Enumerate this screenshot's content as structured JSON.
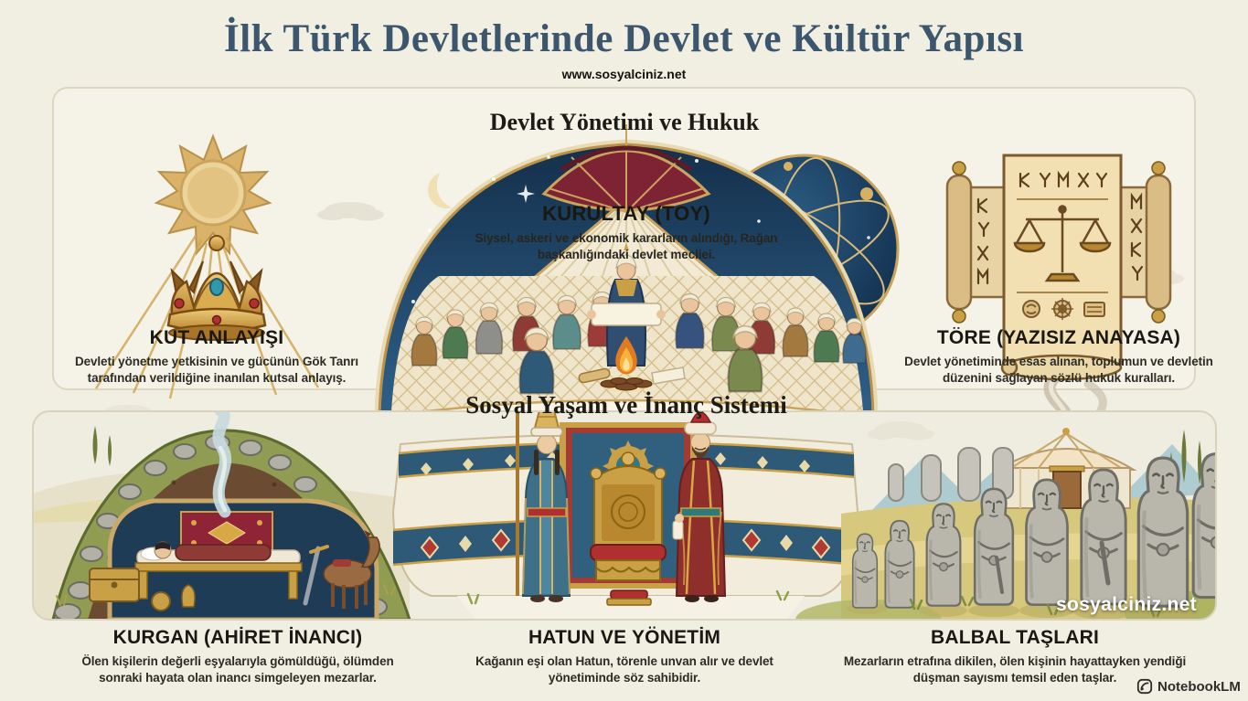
{
  "meta": {
    "title": "İlk Türk Devletlerinde Devlet ve Kültür Yapısı",
    "website": "www.sosyalciniz.net",
    "watermark": "sosyalciniz.net",
    "brand": "NotebookLM"
  },
  "sections": {
    "top": {
      "header": "Devlet Yönetimi ve Hukuk",
      "items": [
        {
          "id": "kut",
          "title": "KUT ANLAYIŞI",
          "desc": "Devleti yönetme yetkisinin ve gücünün Gök Tanrı tarafından verildiğine inanılan kutsal anlayış."
        },
        {
          "id": "kurultay",
          "title": "KURULTAY (TOY)",
          "desc": "Siysel, askeri ve ekonomik kararların alındığı, Rağan başkanlığındaki devlet mecliei."
        },
        {
          "id": "tore",
          "title": "TÖRE (YAZISIZ ANAYASA)",
          "desc": "Devlet yönetiminde esas alınan, toplumun ve devletin düzenini sağlayan sözlü hukuk kuralları."
        }
      ]
    },
    "bottom": {
      "header": "Sosyal Yaşam ve İnanç Sistemi",
      "items": [
        {
          "id": "kurgan",
          "title": "KURGAN (AHİRET İNANCI)",
          "desc": "Ölen kişilerin değerli eşyalarıyla gömüldüğü, ölümden sonraki hayata olan inancı simgeleyen mezarlar."
        },
        {
          "id": "hatun",
          "title": "HATUN VE YÖNETİM",
          "desc": "Kağanın eşi olan Hatun, törenle unvan alır ve devlet yönetiminde söz sahibidir."
        },
        {
          "id": "balbal",
          "title": "BALBAL TAŞLARI",
          "desc": "Mezarların etrafına dikilen, ölen kişinin hayattayken yendiği düşman sayısmı temsil eden taşlar."
        }
      ]
    }
  },
  "colors": {
    "background": "#f1eee2",
    "title_text": "#3c566d",
    "gold_accent": "#c9a45c",
    "night_sky": "#1b3a58",
    "maroon_roof": "#7e2333",
    "band_blue": "#2e5a78",
    "stone_gray": "#b9b7ac"
  },
  "icon_names": [
    "sun-icon",
    "crown-icon",
    "yurt-illustration",
    "celestial-globe-icon",
    "scroll-icon",
    "scales-icon",
    "kurgan-illustration",
    "spirit-smoke-icon",
    "throne-icon",
    "hatun-figure",
    "kagan-figure",
    "balbal-stones",
    "small-yurt-icon",
    "fire-icon",
    "crescent-moon-icon",
    "notebooklm-logo"
  ]
}
